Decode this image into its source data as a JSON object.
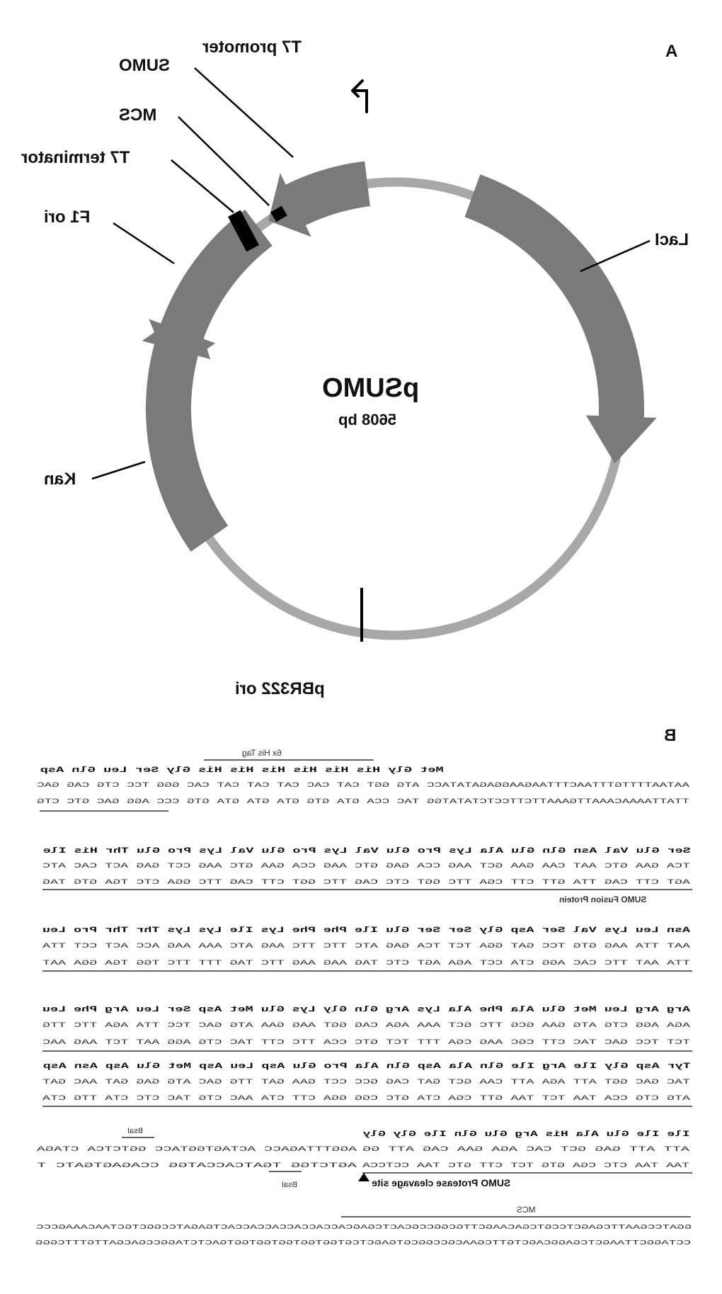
{
  "panels": {
    "a": "A",
    "b": "B"
  },
  "plasmid": {
    "name": "pSUMO",
    "size": "5608 bp",
    "features": {
      "t7_promoter": "T7 promoter",
      "sumo": "SUMO",
      "mcs": "MCS",
      "t7_terminator": "T7 terminator",
      "f1_ori": "F1 ori",
      "laci": "LacI",
      "kan": "Kan",
      "pbr322_ori": "pBR322 ori"
    },
    "colors": {
      "backbone": "#a8a8a8",
      "feature": "#7a7a7a",
      "marker": "#000000"
    }
  },
  "sequence": {
    "annotations": {
      "his_tag": "6x His Tag",
      "sumo_fusion": "SUMO Fusion Protein",
      "cleavage": "SUMO Protease cleavage site",
      "bsai_top": "BsaI",
      "bsai_bottom": "BsaI",
      "mcs": "MCS"
    },
    "blocks": [
      {
        "aa": "Met Gly His His His His His His Gly Ser Leu Gln Asp",
        "top": "AATAATTTTGTTTAACTTTAAGAAGGAGATATACC ATG GGT CAT CAC CAT CAT CAT CAC GGG TCC CTG CAG GAC",
        "bottom": "TTATTAAAACAAATTGAAATTCTTCCTCTATATGG TAC CCA GTA GTG GTA GTA GTA GTG CCC AGG GAC GTC CTG"
      },
      {
        "aa": "Ser Glu Val Asn Gln Glu Ala Lys Pro Glu Val Lys Pro Glu Val Lys Pro Glu Thr His Ile",
        "top": "TCA GAA GTC AAT CAA GAA GCT AAG CCA GAG GTC AAG CCA GAA GTC AAG CCT GAG ACT CAC ATC",
        "bottom": "AGT CTT CAG TTA GTT CTT CGA TTC GGT CTC CAG TTC GGT CTT CAG TTC GGA CTC TGA GTG TAG"
      },
      {
        "aa": "Asn Leu Lys Val Ser Asp Gly Ser Ser Glu Ile Phe Phe Lys Ile Lys Lys Thr Thr Pro Leu",
        "top": "AAT TTA AAG GTG TCC GAT GGA TCT TCA GAG ATC TTC TTC AAG ATC AAA AAG ACC ACT CCT TTA",
        "bottom": "TTA AAT TTC CAC AGG CTA CCT AGA AGT CTC TAG AAG AAG TTC TAG TTT TTC TGG TGA GGA AAT"
      },
      {
        "aa": "Arg Arg Leu Met Glu Ala Phe Ala Lys Arg Gln Gly Lys Glu Met Asp Ser Leu Arg Phe Leu",
        "top": "AGA AGG CTG ATG GAA GCG TTC GCT AAA AGA CAG GGT AAG GAA ATG GAC TCC TTA AGA TTC TTG",
        "bottom": "TCT TCC GAC TAC CTT CGC AAG CGA TTT TCT GTC CCA TTC CTT TAC CTG AGG AAT TCT AAG AAC"
      },
      {
        "aa": "Tyr Asp Gly Ile Arg Ile Gln Ala Asp Gln Ala Pro Glu Asp Leu Asp Met Glu Asp Asn Asp",
        "top": "TAC GAC GGT ATT AGA ATT CAA GCT GAT CAG GCC CCT GAA GAT TTG GAC ATG GAG GAT AAC GAT",
        "bottom": "ATG CTG CCA TAA TCT TAA GTT CGA CTA GTC CGG GGA CTT CTA AAC CTG TAC CTC CTA TTG CTA"
      },
      {
        "aa": "Ile Ile Glu Ala His Arg Glu Gln Ile Gly Gly",
        "top": "ATT ATT GAG GCT CAC AGA GAA CAG ATT GG",
        "bottom": "TAA TAA CTC CGA GTG TCT CTT GTC TAA CCTCCA",
        "right_top": "AGGTTTAGACC ACTAGTGGTACC GGTCTCA CTAGA",
        "right_bottom": "AGTCTGG TGATCACCATGG CCAGAGTGATC T"
      }
    ],
    "mcs_top": "GGATCCGAATTCGAGCTCCGTCGACAAGCTTGCGGCCGCACTCGAGCACCACCACCACCACCACTGAGATCCGGCTGCTAACAAAGCCC",
    "mcs_bottom": "CCTAGGCTTAAGCTCGAGGCAGCTGTTCGAACGCCGGCGTGAGCTCGTGGTGGTGGTGGTGGTGACTCTAGGCCGACGATTGTTTCGGG"
  }
}
